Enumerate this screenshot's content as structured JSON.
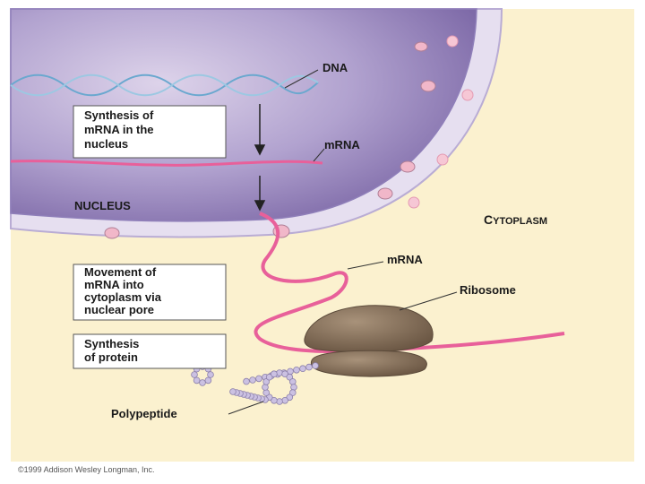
{
  "labels": {
    "dna": "DNA",
    "mrna_top": "mRNA",
    "nucleus": "NUCLEUS",
    "cytoplasm_cap": "C",
    "cytoplasm_rest": "YTOPLASM",
    "mrna_bottom": "mRNA",
    "ribosome": "Ribosome",
    "polypeptide": "Polypeptide"
  },
  "steps": [
    {
      "lines": [
        "Synthesis of",
        "mRNA in the",
        "nucleus"
      ]
    },
    {
      "lines": [
        "Movement of",
        "mRNA into",
        "cytoplasm via",
        "nuclear pore"
      ]
    },
    {
      "lines": [
        "Synthesis",
        "of protein"
      ]
    }
  ],
  "copyright": "©1999 Addison Wesley Longman, Inc.",
  "colors": {
    "cytoplasm": "#fbf1cf",
    "nucleus": "#a896c8",
    "envelope": "#d9cfe6",
    "mrna": "#e8609a",
    "dna": "#7fb6d6",
    "ribosome": "#8a7560",
    "polypeptide": "#c8bde0"
  }
}
